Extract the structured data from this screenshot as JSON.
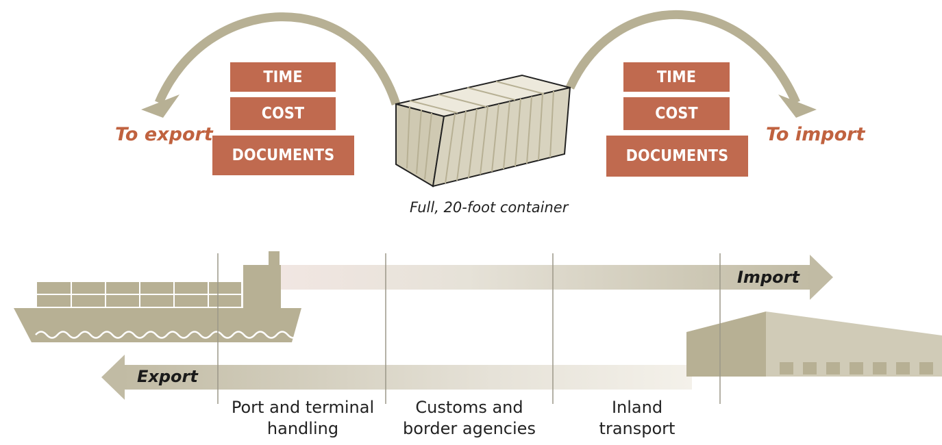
{
  "export_block": {
    "label": "To export",
    "items": [
      "TIME",
      "COST",
      "DOCUMENTS"
    ]
  },
  "import_block": {
    "label": "To import",
    "items": [
      "TIME",
      "COST",
      "DOCUMENTS"
    ]
  },
  "container_caption": "Full, 20-foot container",
  "flows": {
    "import_label": "Import",
    "export_label": "Export"
  },
  "stages": [
    {
      "line1": "Port and terminal",
      "line2": "handling"
    },
    {
      "line1": "Customs and",
      "line2": "border agencies"
    },
    {
      "line1": "Inland",
      "line2": "transport"
    }
  ],
  "colors": {
    "box_fill": "#c06a4f",
    "accent_text": "#c0623f",
    "khaki": "#b7b094",
    "khaki_light": "#e3dfd2"
  }
}
